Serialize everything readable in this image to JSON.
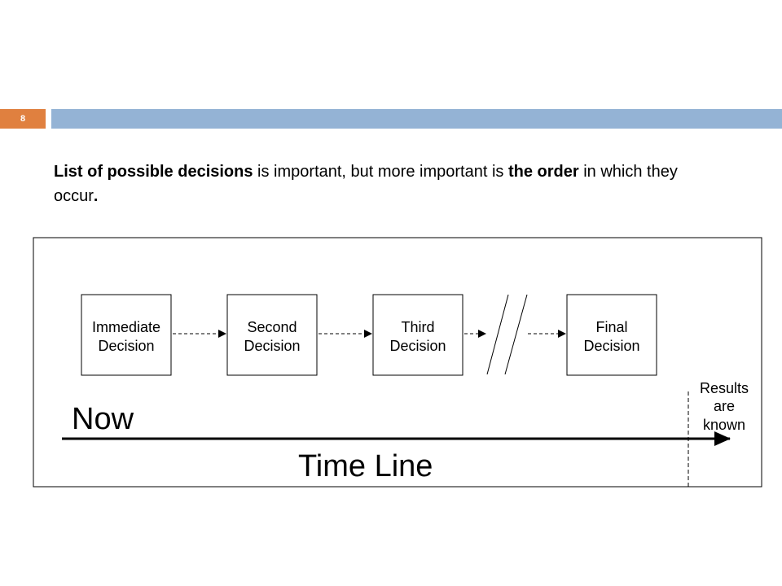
{
  "slide": {
    "number": "8"
  },
  "intro": {
    "part1_bold": "List of possible decisions",
    "part2": " is important, but more important is ",
    "part3_bold": "the order",
    "part4": " in which they occur",
    "part5_bold": "."
  },
  "diagram": {
    "boxes": [
      {
        "line1": "Immediate",
        "line2": "Decision"
      },
      {
        "line1": "Second",
        "line2": "Decision"
      },
      {
        "line1": "Third",
        "line2": "Decision"
      },
      {
        "line1": "Final",
        "line2": "Decision"
      }
    ],
    "now_label": "Now",
    "timeline_label": "Time Line",
    "results": {
      "line1": "Results",
      "line2": "are",
      "line3": "known"
    }
  },
  "colors": {
    "accent_orange": "#e0803f",
    "header_blue": "#94b3d5"
  }
}
